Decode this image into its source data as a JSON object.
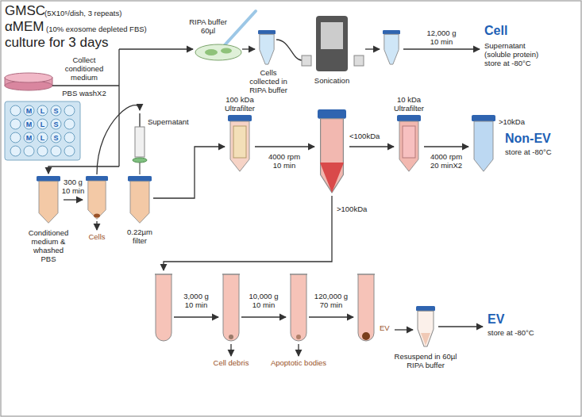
{
  "diagram": {
    "labels": [
      "GMSC",
      "(5X10⁵/dish, 3 repeats)",
      "αMEM",
      "(10% exosome depleted FBS)",
      "culture for 3 days",
      "Collect conditioned medium",
      "PBS washX2",
      "M",
      "L",
      "S",
      "M",
      "L",
      "S",
      "M",
      "L",
      "S",
      "RIPA buffer 60µl",
      "Cells collected in RIPA buffer",
      "Sonication",
      "12,000 g 10 min",
      "Cell",
      "Supernatant (soluble protein) store at -80°C",
      "Conditioned medium & whashed PBS",
      "300 g 10 min",
      "Cells",
      "Supernatant",
      "0.22µm filter",
      "100 kDa Ultrafilter",
      "4000 rpm 10 min",
      "<100kDa",
      "10 kDa Ultrafilter",
      "4000 rpm 20 minX2",
      ">10kDa",
      "Non-EV",
      "store at -80°C",
      ">100kDa",
      "3,000 g 10 min",
      "10,000 g 10 min",
      "120,000 g 70 min",
      "Cell debris",
      "Apoptotic bodies",
      "EV",
      "Resuspend in 60µl RIPA buffer",
      "EV",
      "store at -80°C"
    ]
  }
}
